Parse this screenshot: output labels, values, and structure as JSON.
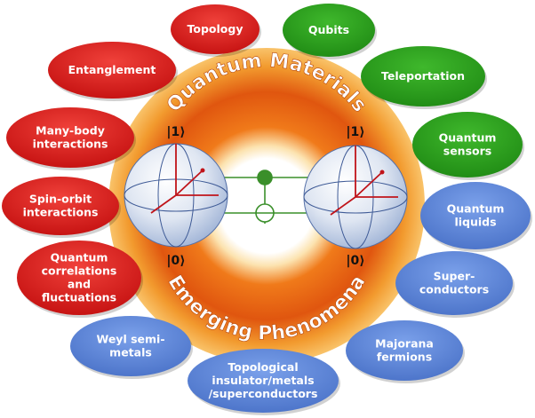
{
  "center": {
    "top_label": "Quantum Materials",
    "bottom_label": "Emerging Phenomena",
    "qubit_left": {
      "top_state": "|1⟩",
      "bottom_state": "|0⟩"
    },
    "qubit_right": {
      "top_state": "|1⟩",
      "bottom_state": "|0⟩"
    }
  },
  "colors": {
    "red": "#e01b1b",
    "green": "#2a9a1e",
    "blue": "#5b83d6",
    "ring_outer": "#f5a623",
    "ring_inner": "#e0560f",
    "gate_green": "#3a8f2a"
  },
  "bubbles": [
    {
      "id": "topology",
      "group": "red",
      "lines": [
        "Topology"
      ]
    },
    {
      "id": "entanglement",
      "group": "red",
      "lines": [
        "Entanglement"
      ]
    },
    {
      "id": "many-body",
      "group": "red",
      "lines": [
        "Many-body",
        "interactions"
      ]
    },
    {
      "id": "spin-orbit",
      "group": "red",
      "lines": [
        "Spin-orbit",
        "interactions"
      ]
    },
    {
      "id": "quantum-correlations",
      "group": "red",
      "lines": [
        "Quantum",
        "correlations",
        "and",
        "fluctuations"
      ]
    },
    {
      "id": "qubits",
      "group": "green",
      "lines": [
        "Qubits"
      ]
    },
    {
      "id": "teleportation",
      "group": "green",
      "lines": [
        "Teleportation"
      ]
    },
    {
      "id": "quantum-sensors",
      "group": "green",
      "lines": [
        "Quantum",
        "sensors"
      ]
    },
    {
      "id": "quantum-liquids",
      "group": "blue",
      "lines": [
        "Quantum",
        "liquids"
      ]
    },
    {
      "id": "superconductors",
      "group": "blue",
      "lines": [
        "Super-",
        "conductors"
      ]
    },
    {
      "id": "majorana",
      "group": "blue",
      "lines": [
        "Majorana",
        "fermions"
      ]
    },
    {
      "id": "topological-insulator",
      "group": "blue",
      "lines": [
        "Topological",
        "insulator/metals",
        "/superconductors"
      ]
    },
    {
      "id": "weyl",
      "group": "blue",
      "lines": [
        "Weyl semi-",
        "metals"
      ]
    }
  ]
}
